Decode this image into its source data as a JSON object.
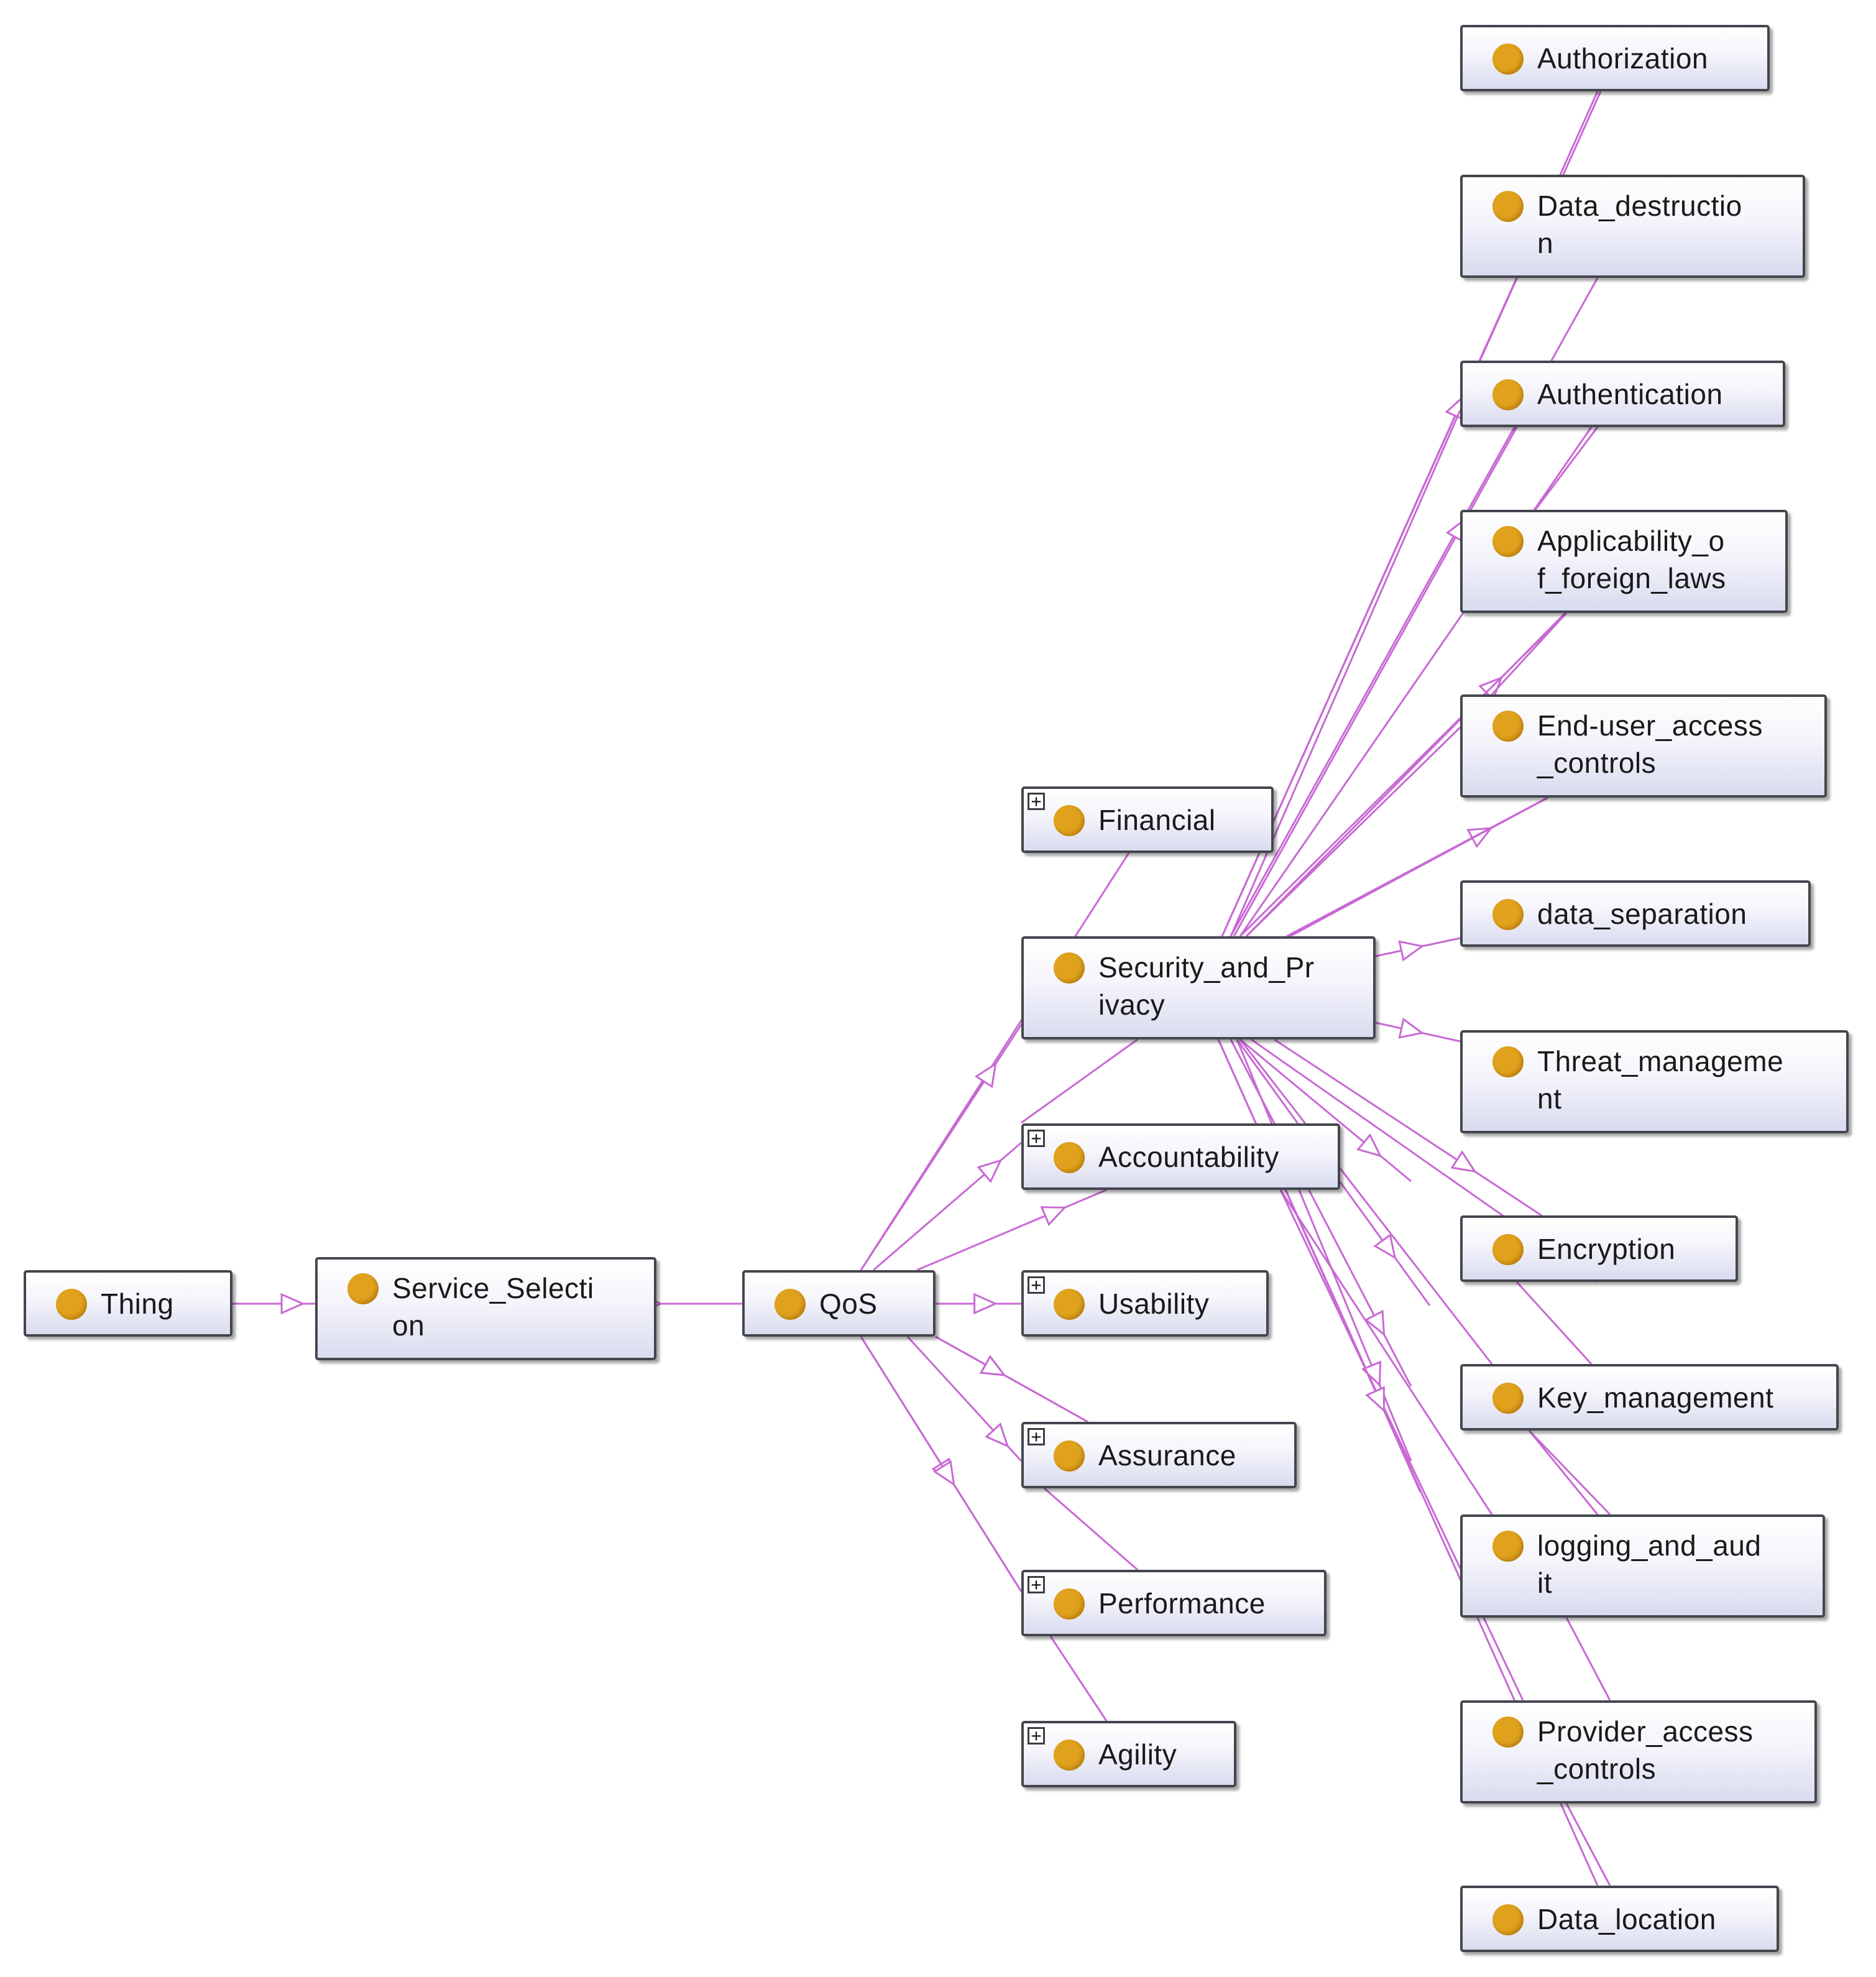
{
  "diagram": {
    "type": "ontology-class-graph",
    "edge_color": "#c869d4",
    "node_dot_color": "#e0a21d",
    "nodes": [
      {
        "id": "thing",
        "label": "Thing",
        "expandable": false
      },
      {
        "id": "service_selection",
        "label": "Service_Selecti\non",
        "expandable": false
      },
      {
        "id": "qos",
        "label": "QoS",
        "expandable": false
      },
      {
        "id": "financial",
        "label": "Financial",
        "expandable": true
      },
      {
        "id": "security_and_privacy",
        "label": "Security_and_Pr\nivacy",
        "expandable": false
      },
      {
        "id": "accountability",
        "label": "Accountability",
        "expandable": true
      },
      {
        "id": "usability",
        "label": "Usability",
        "expandable": true
      },
      {
        "id": "assurance",
        "label": "Assurance",
        "expandable": true
      },
      {
        "id": "performance",
        "label": "Performance",
        "expandable": true
      },
      {
        "id": "agility",
        "label": "Agility",
        "expandable": true
      },
      {
        "id": "authorization",
        "label": "Authorization",
        "expandable": false
      },
      {
        "id": "data_destruction",
        "label": "Data_destructio\nn",
        "expandable": false
      },
      {
        "id": "authentication",
        "label": "Authentication",
        "expandable": false
      },
      {
        "id": "applicability_foreign_laws",
        "label": "Applicability_o\nf_foreign_laws",
        "expandable": false
      },
      {
        "id": "end_user_access_controls",
        "label": "End-user_access\n_controls",
        "expandable": false
      },
      {
        "id": "data_separation",
        "label": "data_separation",
        "expandable": false
      },
      {
        "id": "threat_management",
        "label": "Threat_manageme\nnt",
        "expandable": false
      },
      {
        "id": "encryption",
        "label": "Encryption",
        "expandable": false
      },
      {
        "id": "key_management",
        "label": "Key_management",
        "expandable": false
      },
      {
        "id": "logging_and_audit",
        "label": "logging_and_aud\nit",
        "expandable": false
      },
      {
        "id": "provider_access_controls",
        "label": "Provider_access\n_controls",
        "expandable": false
      },
      {
        "id": "data_location",
        "label": "Data_location",
        "expandable": false
      }
    ],
    "edges": [
      {
        "from": "thing",
        "to": "service_selection"
      },
      {
        "from": "service_selection",
        "to": "qos"
      },
      {
        "from": "qos",
        "to": "financial"
      },
      {
        "from": "qos",
        "to": "security_and_privacy"
      },
      {
        "from": "qos",
        "to": "accountability"
      },
      {
        "from": "qos",
        "to": "usability"
      },
      {
        "from": "qos",
        "to": "assurance"
      },
      {
        "from": "qos",
        "to": "performance"
      },
      {
        "from": "qos",
        "to": "agility"
      },
      {
        "from": "security_and_privacy",
        "to": "authorization"
      },
      {
        "from": "security_and_privacy",
        "to": "data_destruction"
      },
      {
        "from": "security_and_privacy",
        "to": "authentication"
      },
      {
        "from": "security_and_privacy",
        "to": "applicability_foreign_laws"
      },
      {
        "from": "security_and_privacy",
        "to": "end_user_access_controls"
      },
      {
        "from": "security_and_privacy",
        "to": "data_separation"
      },
      {
        "from": "security_and_privacy",
        "to": "threat_management"
      },
      {
        "from": "security_and_privacy",
        "to": "encryption"
      },
      {
        "from": "security_and_privacy",
        "to": "key_management"
      },
      {
        "from": "security_and_privacy",
        "to": "logging_and_audit"
      },
      {
        "from": "security_and_privacy",
        "to": "provider_access_controls"
      },
      {
        "from": "security_and_privacy",
        "to": "data_location"
      }
    ]
  }
}
